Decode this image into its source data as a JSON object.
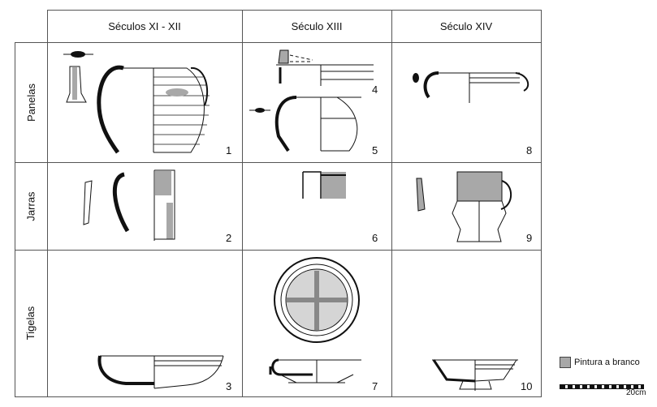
{
  "columns": [
    "Séculos XI - XII",
    "Século XIII",
    "Século XIV"
  ],
  "rows": [
    "Panelas",
    "Jarras",
    "Tigelas"
  ],
  "item_numbers": {
    "panelas": [
      "1",
      "5",
      "8"
    ],
    "panelas_extra": "4",
    "jarras": [
      "2",
      "6",
      "9"
    ],
    "tigelas": [
      "3",
      "7",
      "10"
    ]
  },
  "legend": {
    "label": "Pintura a branco",
    "swatch_color": "#a8a8a8"
  },
  "scale": {
    "label": "20cm"
  }
}
